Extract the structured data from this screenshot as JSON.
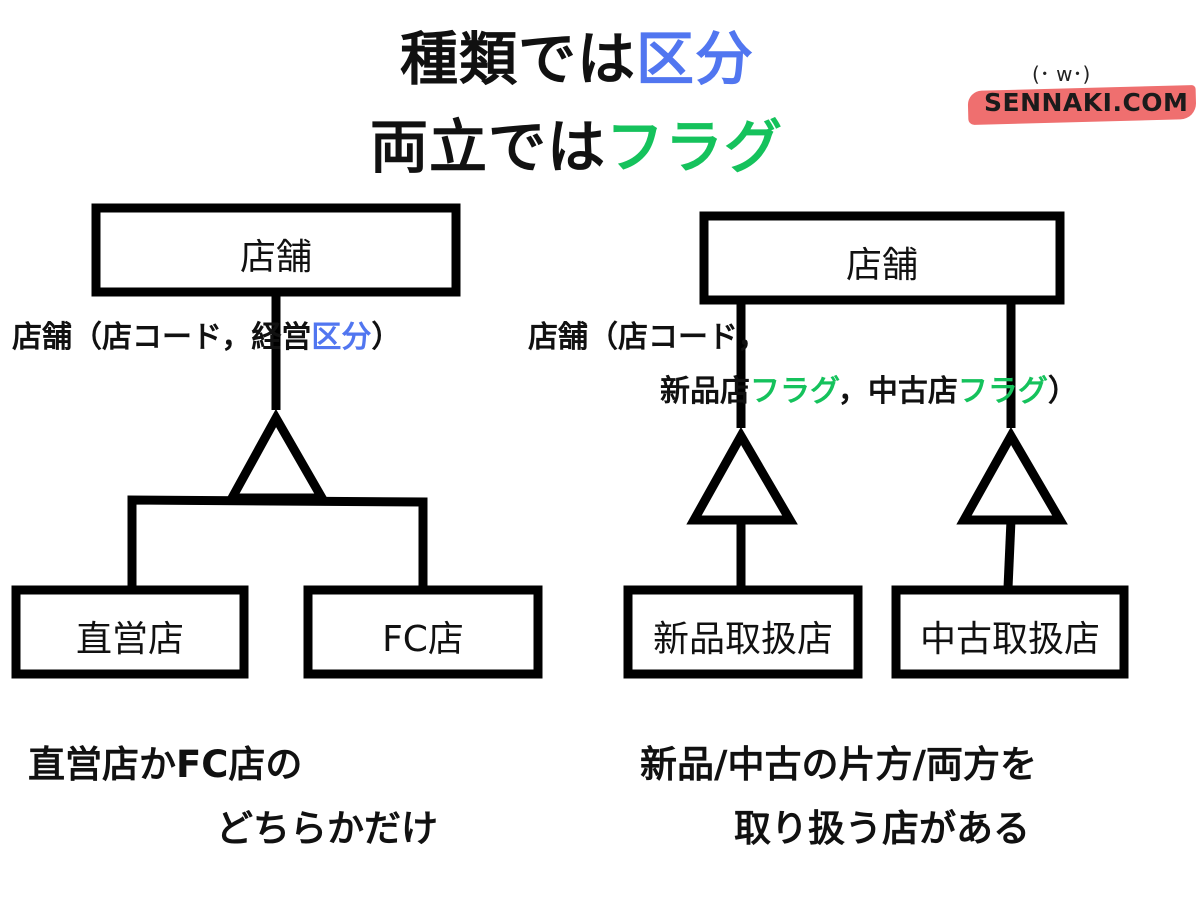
{
  "title": {
    "line1_prefix": "種類では",
    "line1_highlight": "区分",
    "line2_prefix": "両立では",
    "line2_highlight": "フラグ"
  },
  "logo": {
    "face": "(･ w･)",
    "text": "SENNAKI.COM"
  },
  "left_diagram": {
    "parent": "店舗",
    "attr_prefix": "店舗（店コード，経営",
    "attr_highlight": "区分",
    "attr_suffix": "）",
    "child1": "直営店",
    "child2": "FC店",
    "caption_line1": "直営店かFC店の",
    "caption_line2": "どちらかだけ"
  },
  "right_diagram": {
    "parent": "店舗",
    "attr_line1": "店舗（店コード，",
    "attr_line2_part1": "新品店",
    "attr_line2_flag1": "フラグ",
    "attr_line2_part2": "，中古店",
    "attr_line2_flag2": "フラグ",
    "attr_line2_part3": "）",
    "child1": "新品取扱店",
    "child2": "中古取扱店",
    "caption_line1": "新品/中古の片方/両方を",
    "caption_line2": "取り扱う店がある"
  },
  "colors": {
    "blue": "#5176f0",
    "green": "#15c25c",
    "stroke": "#000000",
    "logo_red": "#ef6f6f"
  }
}
